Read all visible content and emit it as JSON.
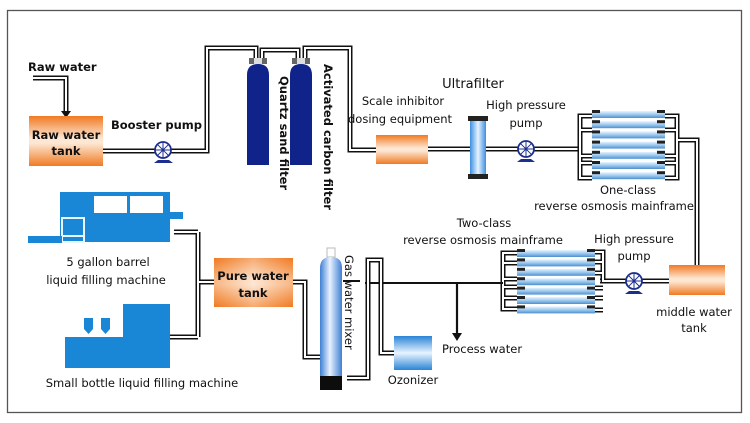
{
  "diagram": {
    "title": "Water treatment process flow",
    "labels": {
      "raw_water": "Raw water",
      "raw_water_tank_1": "Raw water",
      "raw_water_tank_2": "tank",
      "booster_pump": "Booster pump",
      "quartz_sand_filter": "Quartz sand filter",
      "activated_carbon_filter": "Activated carbon filter",
      "scale_inhibitor_1": "Scale inhibitor",
      "scale_inhibitor_2": "dosing equipment",
      "ultrafilter": "Ultrafilter",
      "high_pressure_pump_1_a": "High pressure",
      "high_pressure_pump_1_b": "pump",
      "one_class_1": "One-class",
      "one_class_2": "reverse osmosis mainframe",
      "middle_tank_1": "middle water",
      "middle_tank_2": "tank",
      "high_pressure_pump_2_a": "High pressure",
      "high_pressure_pump_2_b": "pump",
      "two_class_1": "Two-class",
      "two_class_2": "reverse osmosis mainframe",
      "process_water": "Process water",
      "ozonizer": "Ozonizer",
      "gas_water_mixer": "Gas water mixer",
      "pure_water_tank_1": "Pure water",
      "pure_water_tank_2": "tank",
      "barrel_filler_1": "5 gallon barrel",
      "barrel_filler_2": "liquid filling machine",
      "small_bottle_filler": "Small bottle liquid filling machine"
    },
    "colors": {
      "tank_orange": "#f07a22",
      "filter_navy": "#10238a",
      "machine_blue": "#1a86d6",
      "membrane_blue": "#8ec3ec",
      "pipe": "#111111",
      "frame": "#555555"
    }
  }
}
